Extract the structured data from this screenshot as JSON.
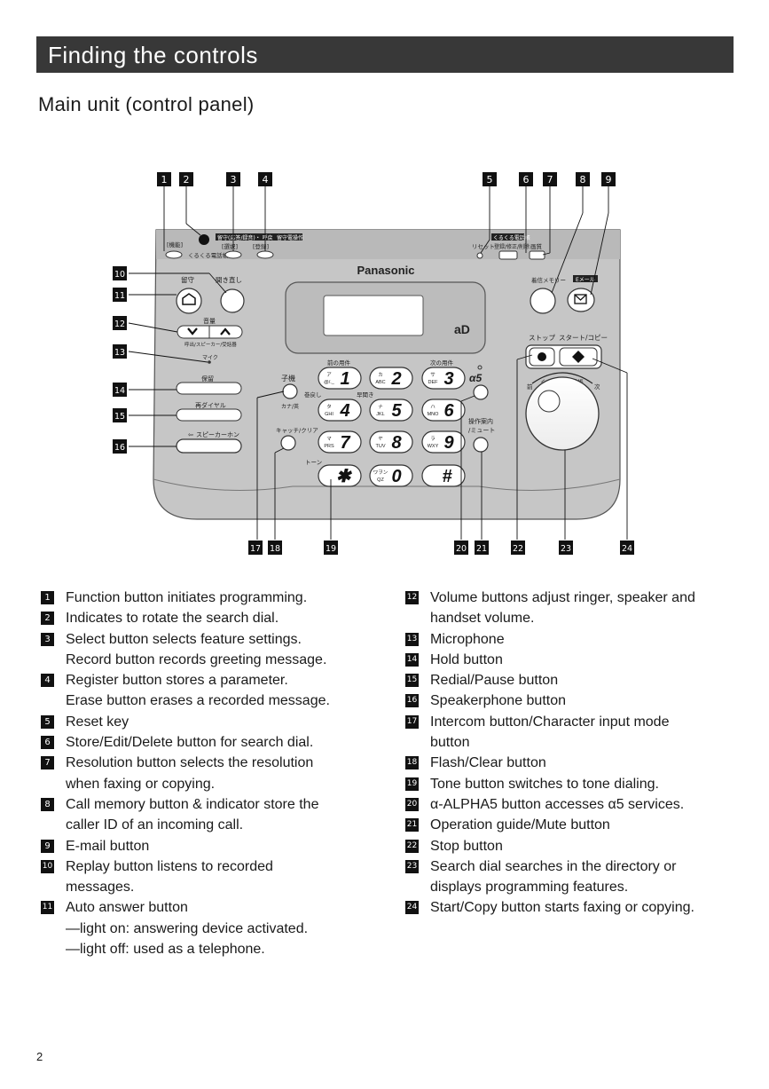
{
  "header": {
    "title": "Finding the controls"
  },
  "section": {
    "title": "Main unit (control panel)"
  },
  "callouts": [
    "1",
    "2",
    "3",
    "4",
    "5",
    "6",
    "7",
    "8",
    "9",
    "10",
    "11",
    "12",
    "13",
    "14",
    "15",
    "16",
    "17",
    "18",
    "19",
    "20",
    "21",
    "22",
    "23",
    "24"
  ],
  "panel": {
    "brand": "Panasonic",
    "logo": "aD",
    "top_left_labels": {
      "function": "[機能]",
      "kurukuru": "くるくる電話帳",
      "select_strip": "留守(応答/録音)・ 呼戻",
      "select": "[選択]",
      "register": "[登録]",
      "record_erase": "留守電操作"
    },
    "top_right_labels": {
      "reset": "リセット",
      "search_header": "くるくる電話帳",
      "store_edit": "登録/修正/削除",
      "resolution": "画質"
    },
    "left_labels": {
      "answer": "留守",
      "replay": "聞き直し",
      "volume": "音量",
      "volume_sub": "呼出/スピーカー/受話器",
      "mic": "マイク",
      "hold": "保留",
      "redial": "再ダイヤル",
      "speaker": "スピーカーホン"
    },
    "right_labels": {
      "memory": "着信メモリー",
      "email": "Eメール",
      "stop": "ストップ",
      "start": "スタート/コピー",
      "dial_ring": "くるくる電話帳",
      "dial_prev": "前",
      "dial_next": "次"
    },
    "keypad_labels": {
      "prev": "前の用件",
      "next": "次の用件",
      "skip_back": "巻戻し",
      "skip_fwd": "早聞き",
      "intercom": "子機",
      "kana": "カナ/英",
      "catch": "キャッチ/クリア",
      "tone": "トーン",
      "guide": "操作案内",
      "mute": "/ミュート",
      "alpha": "α5"
    },
    "keys": [
      {
        "digit": "1",
        "sub": "ア",
        "sub2": "@/._"
      },
      {
        "digit": "2",
        "sub": "カ",
        "sub2": "ABC"
      },
      {
        "digit": "3",
        "sub": "サ",
        "sub2": "DEF"
      },
      {
        "digit": "4",
        "sub": "タ",
        "sub2": "GHI"
      },
      {
        "digit": "5",
        "sub": "ナ",
        "sub2": "JKL"
      },
      {
        "digit": "6",
        "sub": "ハ",
        "sub2": "MNO"
      },
      {
        "digit": "7",
        "sub": "マ",
        "sub2": "PRS"
      },
      {
        "digit": "8",
        "sub": "ヤ",
        "sub2": "TUV"
      },
      {
        "digit": "9",
        "sub": "ラ",
        "sub2": "WXY"
      },
      {
        "digit": "✱",
        "sub": "",
        "sub2": ""
      },
      {
        "digit": "0",
        "sub": "ワヲン",
        "sub2": "QZ"
      },
      {
        "digit": "#",
        "sub": "",
        "sub2": ""
      }
    ]
  },
  "legend_left": [
    {
      "num": "1",
      "lines": [
        "Function button initiates programming."
      ]
    },
    {
      "num": "2",
      "lines": [
        "Indicates to rotate the search dial."
      ]
    },
    {
      "num": "3",
      "lines": [
        "Select button selects feature settings.",
        "Record button records greeting message."
      ]
    },
    {
      "num": "4",
      "lines": [
        "Register button stores a parameter.",
        "Erase button erases a recorded message."
      ]
    },
    {
      "num": "5",
      "lines": [
        "Reset key"
      ]
    },
    {
      "num": "6",
      "lines": [
        "Store/Edit/Delete button for search dial."
      ]
    },
    {
      "num": "7",
      "lines": [
        "Resolution button selects the resolution",
        "when faxing or copying."
      ]
    },
    {
      "num": "8",
      "lines": [
        "Call memory button & indicator store the",
        "caller ID of an incoming call."
      ]
    },
    {
      "num": "9",
      "lines": [
        "E-mail button"
      ]
    },
    {
      "num": "10",
      "lines": [
        "Replay button listens to recorded",
        "messages."
      ]
    },
    {
      "num": "11",
      "lines": [
        "Auto answer button",
        "—light on: answering device activated.",
        "—light off: used as a telephone."
      ]
    }
  ],
  "legend_right": [
    {
      "num": "12",
      "lines": [
        "Volume buttons adjust ringer, speaker and",
        "handset volume."
      ]
    },
    {
      "num": "13",
      "lines": [
        "Microphone"
      ]
    },
    {
      "num": "14",
      "lines": [
        "Hold button"
      ]
    },
    {
      "num": "15",
      "lines": [
        "Redial/Pause button"
      ]
    },
    {
      "num": "16",
      "lines": [
        "Speakerphone button"
      ]
    },
    {
      "num": "17",
      "lines": [
        "Intercom button/Character input mode",
        "button"
      ]
    },
    {
      "num": "18",
      "lines": [
        "Flash/Clear button"
      ]
    },
    {
      "num": "19",
      "lines": [
        "Tone button switches to tone dialing."
      ]
    },
    {
      "num": "20",
      "lines": [
        "α-ALPHA5 button accesses α5 services."
      ]
    },
    {
      "num": "21",
      "lines": [
        "Operation guide/Mute button"
      ]
    },
    {
      "num": "22",
      "lines": [
        "Stop button"
      ]
    },
    {
      "num": "23",
      "lines": [
        "Search dial searches in the directory or",
        "displays programming features."
      ]
    },
    {
      "num": "24",
      "lines": [
        "Start/Copy button starts faxing or copying."
      ]
    }
  ],
  "footer": {
    "page_number": "2"
  }
}
